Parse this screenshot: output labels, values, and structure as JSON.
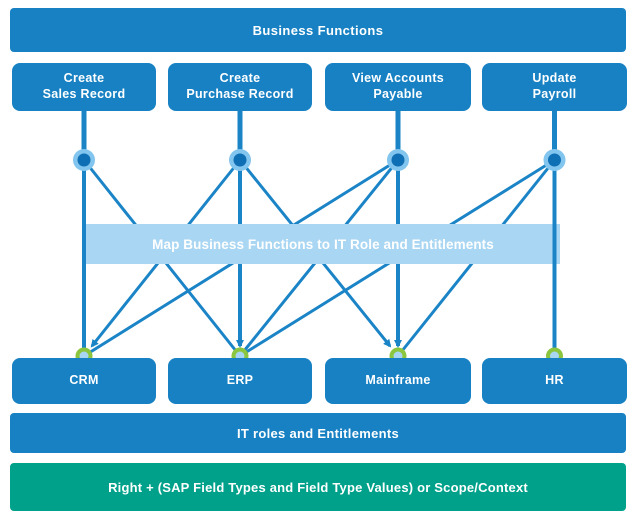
{
  "title_banner": {
    "label": "Business Functions"
  },
  "map_banner": {
    "label": "Map Business Functions to IT Role and Entitlements"
  },
  "it_roles_banner": {
    "label": "IT roles and Entitlements"
  },
  "scope_banner": {
    "label": "Right + (SAP Field Types and Field Type Values) or Scope/Context"
  },
  "functions": [
    {
      "name": "Create Sales Record",
      "label": "Create\nSales Record"
    },
    {
      "name": "Create Purchase Record",
      "label": "Create\nPurchase Record"
    },
    {
      "name": "View Accounts Payable",
      "label": "View Accounts\nPayable"
    },
    {
      "name": "Update Payroll",
      "label": "Update\nPayroll"
    }
  ],
  "systems": [
    {
      "label": "CRM"
    },
    {
      "label": "ERP"
    },
    {
      "label": "Mainframe"
    },
    {
      "label": "HR"
    }
  ],
  "connections": [
    {
      "from": "Create Sales Record",
      "to": "CRM",
      "arrowhead": false
    },
    {
      "from": "Create Sales Record",
      "to": "ERP",
      "arrowhead": false
    },
    {
      "from": "Create Purchase Record",
      "to": "CRM",
      "arrowhead": true
    },
    {
      "from": "Create Purchase Record",
      "to": "ERP",
      "arrowhead": true
    },
    {
      "from": "Create Purchase Record",
      "to": "Mainframe",
      "arrowhead": true
    },
    {
      "from": "View Accounts Payable",
      "to": "CRM",
      "arrowhead": false
    },
    {
      "from": "View Accounts Payable",
      "to": "ERP",
      "arrowhead": false
    },
    {
      "from": "View Accounts Payable",
      "to": "Mainframe",
      "arrowhead": true
    },
    {
      "from": "Update Payroll",
      "to": "ERP",
      "arrowhead": false
    },
    {
      "from": "Update Payroll",
      "to": "Mainframe",
      "arrowhead": false
    },
    {
      "from": "Update Payroll",
      "to": "HR",
      "arrowhead": false
    }
  ],
  "colors": {
    "box_blue": "#1781c3",
    "line_blue": "#1a84c6",
    "map_banner_bg": "#a9d6f2",
    "teal": "#00a18a",
    "connector_ring": "#82c5ee",
    "connector_core": "#0f6fb4",
    "entitlement_ring": "#8cc63e",
    "entitlement_core": "#a9d6f2",
    "text": "#ffffff"
  }
}
